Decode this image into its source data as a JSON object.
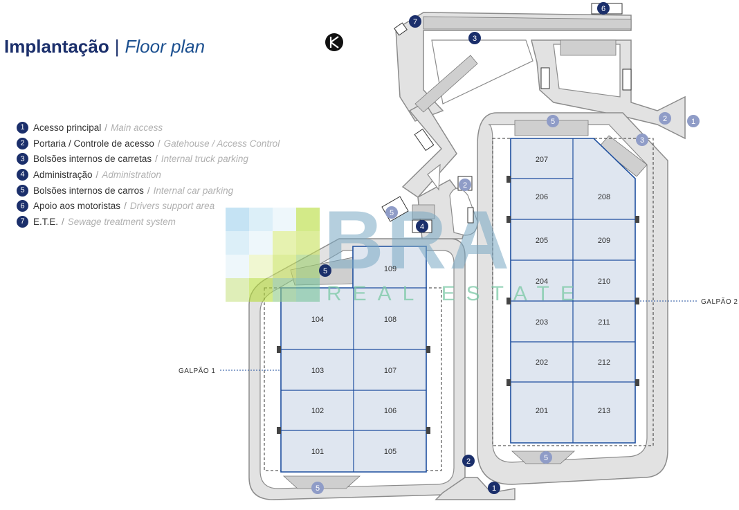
{
  "header": {
    "title_pt": "Implantação",
    "separator": "|",
    "title_en": "Floor plan"
  },
  "legend": [
    {
      "num": "1",
      "pt": "Acesso principal",
      "en": "Main access"
    },
    {
      "num": "2",
      "pt": "Portaria / Controle de acesso",
      "en": "Gatehouse / Access Control"
    },
    {
      "num": "3",
      "pt": "Bolsões internos de carretas",
      "en": "Internal truck parking"
    },
    {
      "num": "4",
      "pt": "Administração",
      "en": "Administration"
    },
    {
      "num": "5",
      "pt": "Bolsões internos de carros",
      "en": "Internal car parking"
    },
    {
      "num": "6",
      "pt": "Apoio aos motoristas",
      "en": "Drivers support area"
    },
    {
      "num": "7",
      "pt": "E.T.E.",
      "en": "Sewage treatment system"
    }
  ],
  "galpao1": {
    "label": "GALPÃO 1",
    "units": [
      "109",
      "104",
      "108",
      "103",
      "107",
      "102",
      "106",
      "101",
      "105"
    ]
  },
  "galpao2": {
    "label": "GALPÃO 2",
    "units": [
      "207",
      "206",
      "208",
      "205",
      "209",
      "204",
      "210",
      "203",
      "211",
      "202",
      "212",
      "201",
      "213"
    ]
  },
  "watermark": {
    "brand": "BRA",
    "sub": "REAL ESTATE"
  },
  "markers": [
    "7",
    "6",
    "3",
    "5",
    "2",
    "1",
    "3",
    "2",
    "5",
    "4",
    "5",
    "2",
    "5",
    "5",
    "1"
  ],
  "colors": {
    "navy": "#1b2f6b",
    "unit_fill": "#dfe6f0",
    "unit_stroke": "#1d4e9e",
    "road": "#e2e2e2",
    "road_stroke": "#8c8c8c"
  }
}
